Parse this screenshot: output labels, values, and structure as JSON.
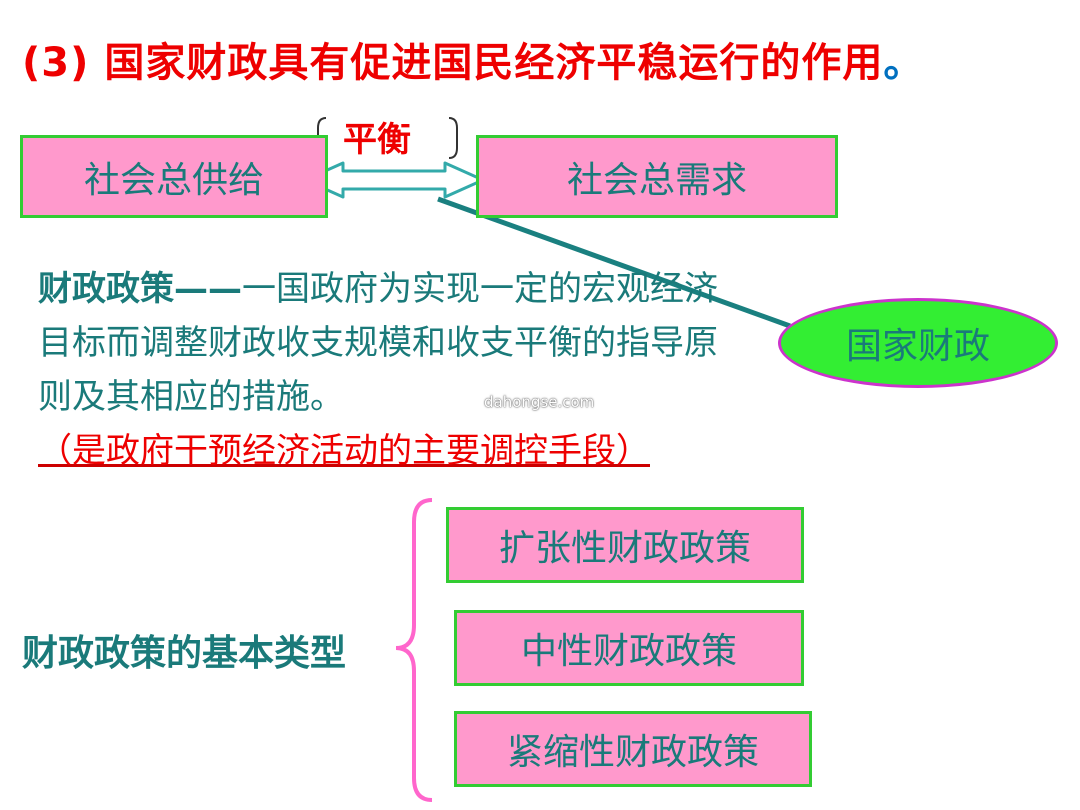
{
  "title": {
    "text": "(3) 国家财政具有促进国民经济平稳运行的作用",
    "period": "。"
  },
  "diagram": {
    "supply": "社会总供给",
    "demand": "社会总需求",
    "balance": "平衡",
    "state_finance": "国家财政"
  },
  "definition": {
    "term": "财政政策——",
    "body": "一国政府为实现一定的宏观经济目标而调整财政收支规模和收支平衡的指导原则及其相应的措施。",
    "note": "（是政府干预经济活动的主要调控手段）"
  },
  "types": {
    "label": "财政政策的基本类型",
    "items": [
      "扩张性财政政策",
      "中性财政政策",
      "紧缩性财政政策"
    ]
  },
  "watermark": "dahongse.com",
  "colors": {
    "title_red": "#ee0000",
    "box_fill": "#ff99cc",
    "box_border": "#33cc33",
    "text_teal": "#1a7a7a",
    "ellipse_fill": "#33ee33",
    "ellipse_border": "#cc33cc",
    "arrow_fill": "#ffffff",
    "arrow_border": "#33aaaa"
  }
}
